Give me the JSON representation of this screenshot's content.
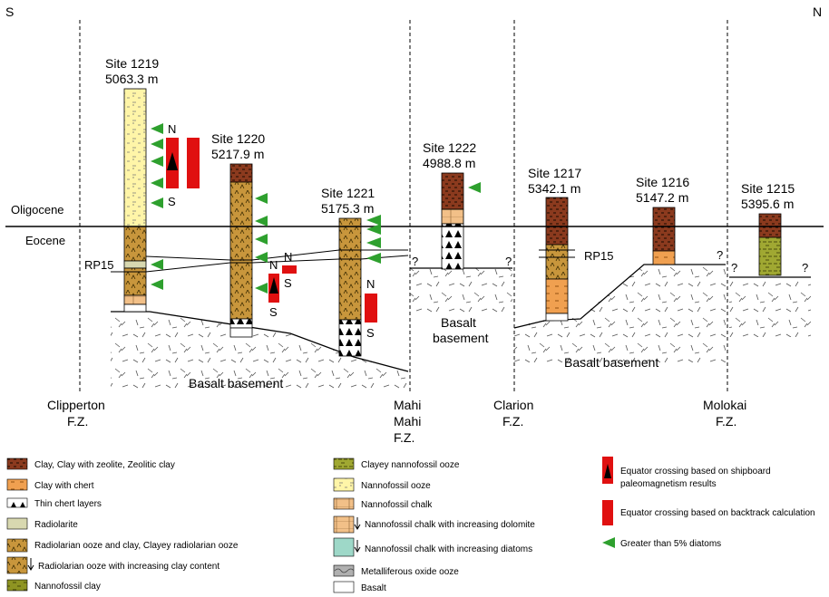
{
  "compass": {
    "south": "S",
    "north": "N"
  },
  "epochs": {
    "upper": "Oligocene",
    "lower": "Eocene"
  },
  "sites": [
    {
      "name": "Site 1219",
      "depth": "5063.3 m"
    },
    {
      "name": "Site 1220",
      "depth": "5217.9 m"
    },
    {
      "name": "Site 1221",
      "depth": "5175.3 m"
    },
    {
      "name": "Site 1222",
      "depth": "4988.8 m"
    },
    {
      "name": "Site 1217",
      "depth": "5342.1 m"
    },
    {
      "name": "Site 1216",
      "depth": "5147.2 m"
    },
    {
      "name": "Site 1215",
      "depth": "5395.6 m"
    }
  ],
  "markers": {
    "rp15": "RP15",
    "north": "N",
    "south": "S",
    "unknown": "?"
  },
  "basement_labels": {
    "left": "Basalt basement",
    "mid_line1": "Basalt",
    "mid_line2": "basement",
    "right": "Basalt basement"
  },
  "fracture_zones": [
    {
      "line1": "Clipperton",
      "line2": "F.Z.",
      "line3": ""
    },
    {
      "line1": "Mahi",
      "line2": "Mahi",
      "line3": "F.Z."
    },
    {
      "line1": "Clarion",
      "line2": "F.Z.",
      "line3": ""
    },
    {
      "line1": "Molokai",
      "line2": "F.Z.",
      "line3": ""
    }
  ],
  "legend": {
    "col1": [
      "Clay, Clay with zeolite, Zeolitic clay",
      "Clay with chert",
      "Thin chert layers",
      "Radiolarite",
      "Radiolarian ooze and clay, Clayey radiolarian ooze",
      "Radiolarian ooze with increasing clay content",
      "Nannofossil clay"
    ],
    "col2": [
      "Clayey nannofossil ooze",
      "Nannofossil ooze",
      "Nannofossil chalk",
      "Nannofossil chalk with increasing dolomite",
      "Nannofossil chalk with increasing diatoms",
      "Metalliferous oxide ooze",
      "Basalt"
    ],
    "col3": {
      "ship_line1": "Equator crossing based on shipboard",
      "ship_line2": "paleomagnetism results",
      "backtrack": "Equator crossing based on backtrack calculation",
      "diatoms": "Greater than 5% diatoms"
    }
  },
  "colors": {
    "clay": "#8B3A1E",
    "clay_chert": "#F0A050",
    "radiolarian": "#C8963C",
    "nanno_ooze": "#FFF5A8",
    "nanno_clay": "#8E9422",
    "clayey_nanno": "#A0A832",
    "chalk": "#F2C088",
    "equator_red": "#E01010",
    "diatom_green": "#2EA02E"
  }
}
